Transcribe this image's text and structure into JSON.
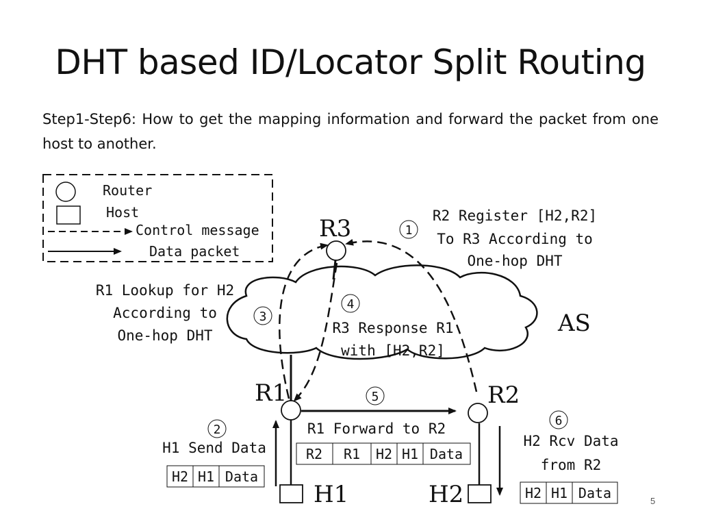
{
  "slide": {
    "title": "DHT based ID/Locator Split Routing",
    "subtitle": "Step1-Step6: How to get the mapping information and forward the packet from one host to another.",
    "page_number": "5"
  },
  "legend": {
    "router": "Router",
    "host": "Host",
    "control": "Control message",
    "data": "Data packet"
  },
  "nodes": {
    "r1": "R1",
    "r2": "R2",
    "r3": "R3",
    "h1": "H1",
    "h2": "H2",
    "as": "AS"
  },
  "steps": {
    "s1": {
      "num": "1",
      "lines": [
        "R2 Register [H2,R2]",
        "To R3 According to",
        "One-hop DHT"
      ]
    },
    "s2": {
      "num": "2",
      "lines": [
        "H1 Send Data"
      ],
      "packet": [
        "H2",
        "H1",
        "Data"
      ]
    },
    "s3": {
      "num": "3",
      "lines": [
        "R1 Lookup for H2",
        "According to",
        "One-hop DHT"
      ]
    },
    "s4": {
      "num": "4",
      "lines": [
        "R3 Response R1",
        "with [H2,R2]"
      ]
    },
    "s5": {
      "num": "5",
      "lines": [
        "R1 Forward to R2"
      ],
      "packet": [
        "R2",
        "R1",
        "H2",
        "H1",
        "Data"
      ]
    },
    "s6": {
      "num": "6",
      "lines": [
        "H2 Rcv Data",
        "from R2"
      ],
      "packet": [
        "H2",
        "H1",
        "Data"
      ]
    }
  }
}
